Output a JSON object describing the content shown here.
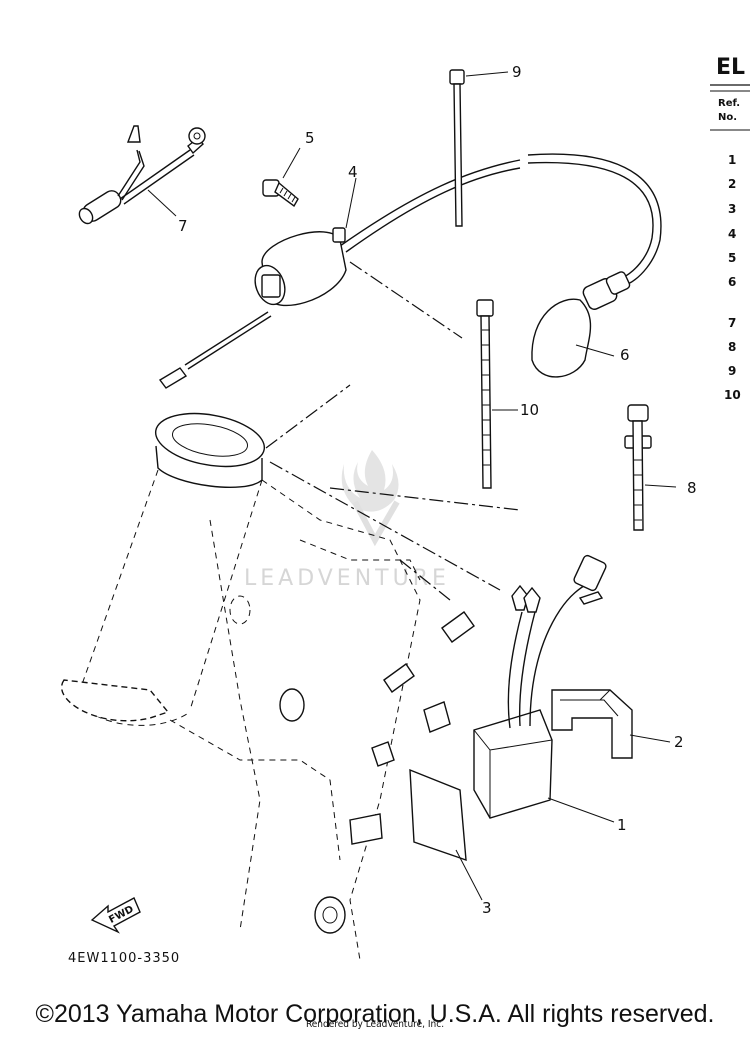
{
  "table": {
    "title": "EL",
    "ref_header_line1": "Ref.",
    "ref_header_line2": "No.",
    "ref_numbers": [
      "1",
      "2",
      "3",
      "4",
      "5",
      "6",
      "7",
      "8",
      "9",
      "10"
    ]
  },
  "callouts": [
    "1",
    "2",
    "3",
    "4",
    "5",
    "6",
    "7",
    "8",
    "9",
    "10"
  ],
  "fwd_label": "FWD",
  "drawing_code": "4EW1100-3350",
  "watermark": "LEADVENTURE",
  "copyright": "©2013 Yamaha Motor Corporation, U.S.A. All rights reserved.",
  "rendered_by": "Rendered by LeadVenture, Inc."
}
